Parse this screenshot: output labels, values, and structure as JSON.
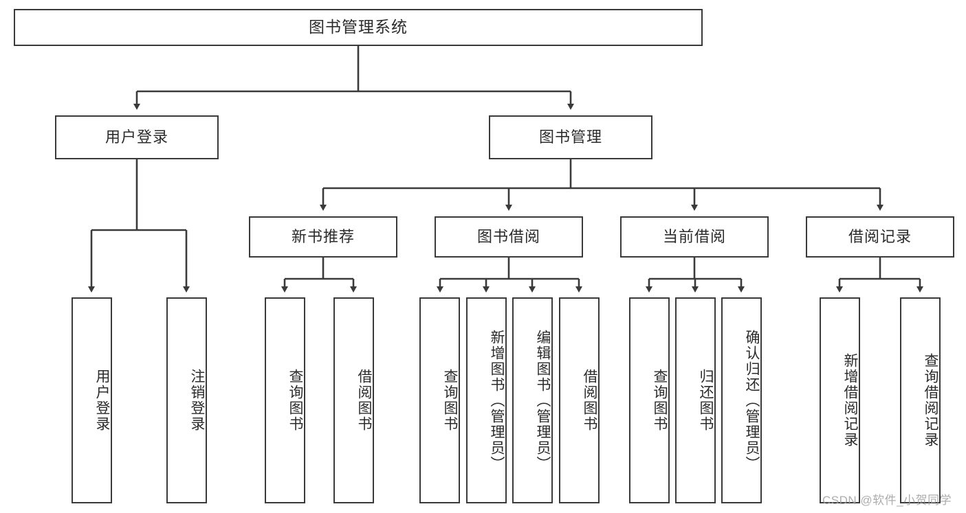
{
  "diagram": {
    "title": "图书管理系统",
    "type": "tree",
    "watermark": "CSDN @软件_小贺同学",
    "style": {
      "border_color": "#3a3a3a",
      "text_color": "#2b2b2b",
      "background": "#ffffff",
      "watermark_color": "#9e9e9e"
    },
    "root": {
      "label": "图书管理系统"
    },
    "level1": [
      {
        "label": "用户登录"
      },
      {
        "label": "图书管理"
      }
    ],
    "level2": [
      {
        "label": "新书推荐"
      },
      {
        "label": "图书借阅"
      },
      {
        "label": "当前借阅"
      },
      {
        "label": "借阅记录"
      }
    ],
    "leaves": {
      "user_login": [
        {
          "label": "用户登录"
        },
        {
          "label": "注销登录"
        }
      ],
      "new_book_recommend": [
        {
          "label": "查询图书"
        },
        {
          "label": "借阅图书"
        }
      ],
      "book_borrow": [
        {
          "label": "查询图书"
        },
        {
          "label": "新增图书（管理员）"
        },
        {
          "label": "编辑图书（管理员）"
        },
        {
          "label": "借阅图书"
        }
      ],
      "current_borrow": [
        {
          "label": "查询图书"
        },
        {
          "label": "归还图书"
        },
        {
          "label": "确认归还（管理员）"
        }
      ],
      "borrow_records": [
        {
          "label": "新增借阅记录"
        },
        {
          "label": "查询借阅记录"
        }
      ]
    }
  }
}
